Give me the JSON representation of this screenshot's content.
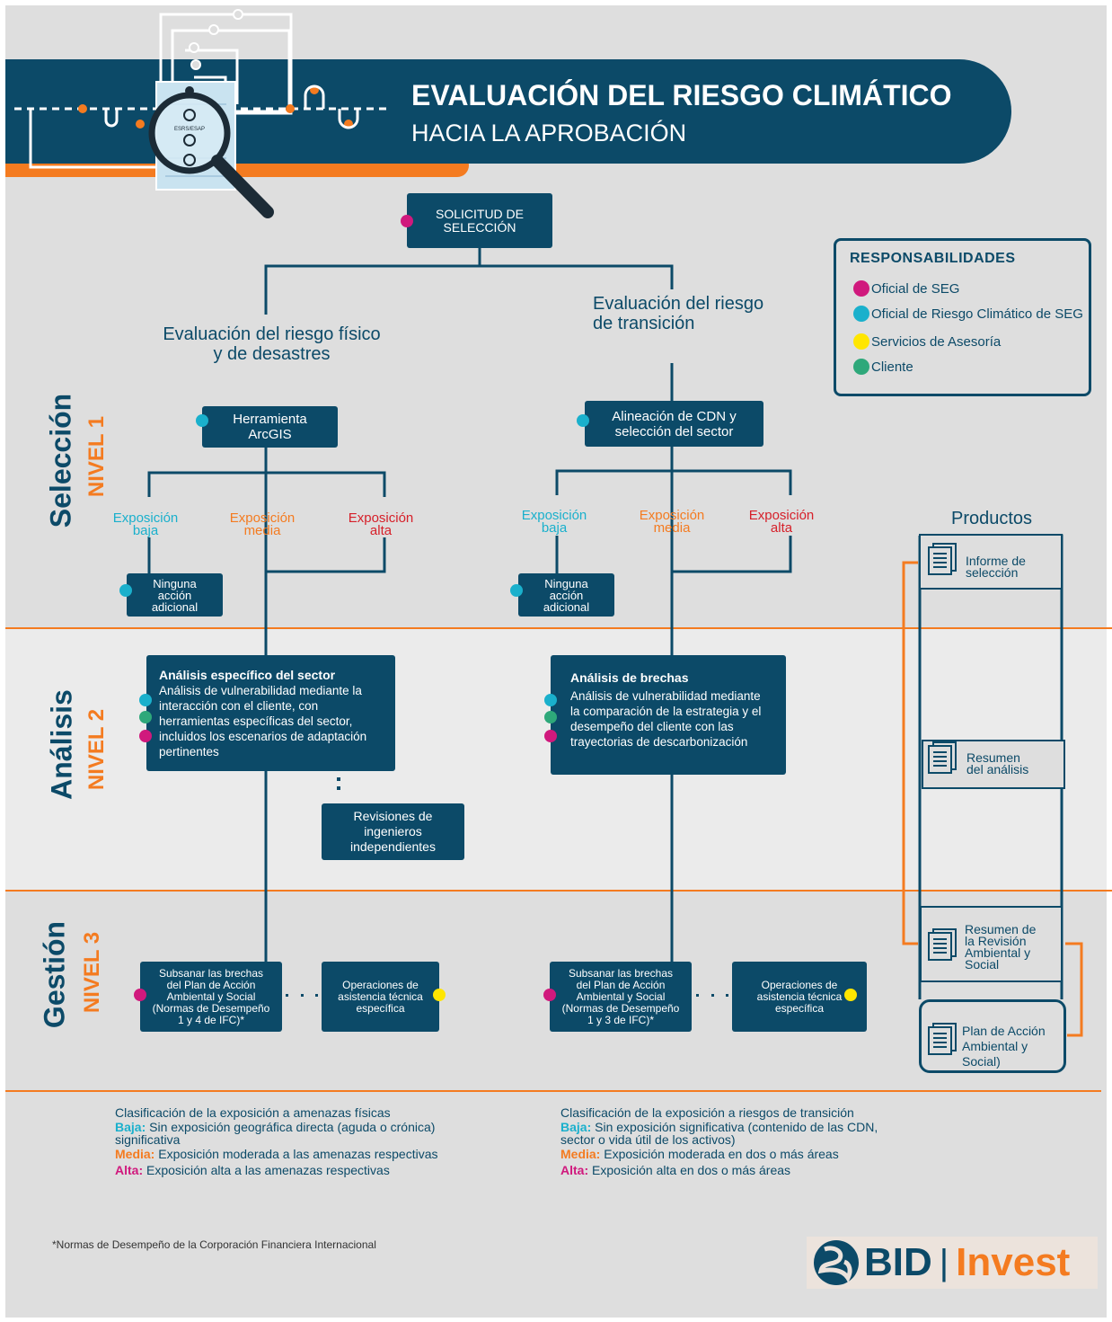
{
  "header": {
    "title": "EVALUACIÓN DEL RIESGO CLIMÁTICO",
    "subtitle": "HACIA LA APROBACIÓN",
    "magnifier_label": "ESRS/ESAP"
  },
  "start_box": {
    "label_line1": "SOLICITUD DE",
    "label_line2": "SELECCIÓN"
  },
  "branches": {
    "physical": {
      "title_line1": "Evaluación del riesgo físico",
      "title_line2": "y de desastres",
      "tool_line1": "Herramienta",
      "tool_line2": "ArcGIS",
      "exposures": [
        {
          "line1": "Exposición",
          "line2": "baja"
        },
        {
          "line1": "Exposición",
          "line2": "media"
        },
        {
          "line1": "Exposición",
          "line2": "alta"
        }
      ],
      "no_action": [
        "Ninguna",
        "acción",
        "adicional"
      ],
      "analysis_title": "Análisis específico del sector",
      "analysis_body": [
        "Análisis de vulnerabilidad mediante la",
        "interacción con el cliente, con",
        "herramientas específicas del sector,",
        "incluidos los escenarios de adaptación",
        "pertinentes"
      ],
      "review": [
        "Revisiones de",
        "ingenieros",
        "independientes"
      ],
      "manage_box": [
        "Subsanar las brechas",
        "del Plan de Acción",
        "Ambiental y Social",
        "(Normas de Desempeño",
        "1 y 4 de IFC)*"
      ],
      "assist_box": [
        "Operaciones de",
        "asistencia técnica",
        "específica"
      ]
    },
    "transition": {
      "title_line1": "Evaluación del riesgo",
      "title_line2": "de transición",
      "tool_line1": "Alineación de CDN y",
      "tool_line2": "selección del sector",
      "exposures": [
        {
          "line1": "Exposición",
          "line2": "baja"
        },
        {
          "line1": "Exposición",
          "line2": "media"
        },
        {
          "line1": "Exposición",
          "line2": "alta"
        }
      ],
      "no_action": [
        "Ninguna",
        "acción",
        "adicional"
      ],
      "analysis_title": "Análisis de brechas",
      "analysis_body": [
        "Análisis de vulnerabilidad mediante",
        "la comparación de la estrategia y el",
        "desempeño del cliente con las",
        "trayectorias de descarbonización"
      ],
      "manage_box": [
        "Subsanar las brechas",
        "del Plan de Acción",
        "Ambiental y Social",
        "(Normas de Desempeño",
        "1 y 3 de IFC)*"
      ],
      "assist_box": [
        "Operaciones de",
        "asistencia técnica",
        "específica"
      ]
    }
  },
  "levels": [
    {
      "name": "Selección",
      "level": "NIVEL 1"
    },
    {
      "name": "Análisis",
      "level": "NIVEL 2"
    },
    {
      "name": "Gestión",
      "level": "NIVEL 3"
    }
  ],
  "legend": {
    "title": "RESPONSABILIDADES",
    "items": [
      {
        "label": "Oficial de SEG",
        "color": "#d0197d"
      },
      {
        "label": "Oficial de Riesgo Climático de SEG",
        "color": "#1ab0cc"
      },
      {
        "label": "Servicios de Asesoría",
        "color": "#ffe600"
      },
      {
        "label": "Cliente",
        "color": "#2ea87a"
      }
    ]
  },
  "products": {
    "title": "Productos",
    "items": [
      [
        "Informe de",
        "selección"
      ],
      [
        "Resumen",
        "del análisis"
      ],
      [
        "Resumen de",
        "la Revisión",
        "Ambiental y",
        "Social"
      ],
      [
        "Plan de Acción",
        "Ambiental y",
        "Social)"
      ]
    ]
  },
  "footnotes": {
    "physical": {
      "heading": "Clasificación de la exposición a amenazas físicas",
      "low_key": "Baja:",
      "low_text": " Sin exposición geográfica directa (aguda o crónica)",
      "low_text2": "significativa",
      "mid_key": "Media:",
      "mid_text": " Exposición moderada a las amenazas respectivas",
      "high_key": "Alta:",
      "high_text": " Exposición alta a las amenazas respectivas"
    },
    "transition": {
      "heading": "Clasificación de la exposición a riesgos de transición",
      "low_key": "Baja:",
      "low_text": " Sin exposición significativa (contenido de las CDN,",
      "low_text2": "sector o vida útil de los activos)",
      "mid_key": "Media:",
      "mid_text": " Exposición moderada en dos o más áreas",
      "high_key": "Alta:",
      "high_text": " Exposición alta en dos o más áreas"
    },
    "ifc_note": "*Normas de Desempeño de la Corporación Financiera Internacional"
  },
  "logo": {
    "part1": "BID",
    "separator": "|",
    "part2": "Invest"
  },
  "colors": {
    "navy": "#0c4a68",
    "orange": "#f47b20",
    "band_light": "#dedede",
    "band_lighter": "#ebebeb"
  }
}
